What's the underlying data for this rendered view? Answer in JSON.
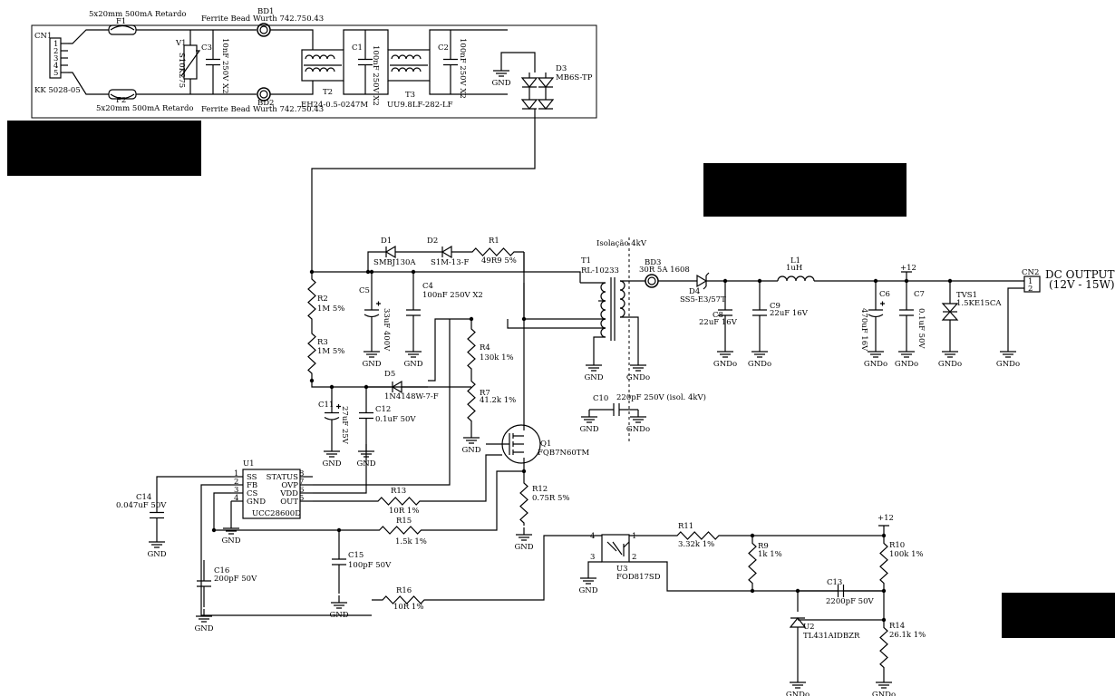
{
  "components": {
    "cn1": {
      "ref": "CN1",
      "value": "KK 5028-05",
      "pins": [
        "1",
        "2",
        "3",
        "4",
        "5"
      ]
    },
    "f1": {
      "ref": "F1",
      "value": "5x20mm 500mA Retardo"
    },
    "f2": {
      "ref": "F2",
      "value": "5x20mm 500mA Retardo"
    },
    "v1": {
      "ref": "V1",
      "value": "S10K275"
    },
    "c3": {
      "ref": "C3",
      "value": "10nF 250V X2"
    },
    "bd1": {
      "ref": "BD1",
      "value": "Ferrite Bead Wurth 742.750.43"
    },
    "bd2": {
      "ref": "BD2",
      "value": "Ferrite Bead Wurth 742.750.43"
    },
    "t2": {
      "ref": "T2",
      "value": "EH24-0.5-0247M"
    },
    "c1": {
      "ref": "C1",
      "value": "100nF 250V X2"
    },
    "t3": {
      "ref": "T3",
      "value": "UU9.8LF-282-LF"
    },
    "c2": {
      "ref": "C2",
      "value": "100nF 250V X2"
    },
    "d3": {
      "ref": "D3",
      "value": "MB6S-TP"
    },
    "d1": {
      "ref": "D1",
      "value": "SMBJ130A"
    },
    "d2": {
      "ref": "D2",
      "value": "S1M-13-F"
    },
    "r1": {
      "ref": "R1",
      "value": "49R9 5%"
    },
    "isolation": "Isolação 4kV",
    "t1": {
      "ref": "T1",
      "value": "RL-10233"
    },
    "bd3": {
      "ref": "BD3",
      "value": "30R 5A 1608"
    },
    "d4": {
      "ref": "D4",
      "value": "SS5-E3/57T"
    },
    "l1": {
      "ref": "L1",
      "value": "1uH"
    },
    "plus12_top": "+12",
    "cn2": {
      "ref": "CN2",
      "pins": [
        "1",
        "2"
      ],
      "label": "DC OUTPUT",
      "range": "(12V - 15W)"
    },
    "r2": {
      "ref": "R2",
      "value": "1M 5%"
    },
    "r3": {
      "ref": "R3",
      "value": "1M 5%"
    },
    "c5": {
      "ref": "C5",
      "value": "33uF 400V"
    },
    "c4": {
      "ref": "C4",
      "value": "100nF 250V X2"
    },
    "c8": {
      "ref": "C8",
      "value": "22uF 16V"
    },
    "c9": {
      "ref": "C9",
      "value": "22uF 16V"
    },
    "c6": {
      "ref": "C6",
      "value": "470uF 16V"
    },
    "c7": {
      "ref": "C7",
      "value": "0.1uF 50V"
    },
    "tvs1": {
      "ref": "TVS1",
      "value": "1.5KE15CA"
    },
    "r4": {
      "ref": "R4",
      "value": "130k 1%"
    },
    "d5": {
      "ref": "D5",
      "value": "1N4148W-7-F"
    },
    "r7": {
      "ref": "R7",
      "value": "41.2k 1%"
    },
    "c11": {
      "ref": "C11",
      "value": "27uF 25V"
    },
    "c12": {
      "ref": "C12",
      "value": "0.1uF 50V"
    },
    "c10": {
      "ref": "C10",
      "value": "220pF 250V (isol. 4kV)"
    },
    "q1": {
      "ref": "Q1",
      "value": "FQB7N60TM"
    },
    "u1": {
      "ref": "U1",
      "value": "UCC28600D",
      "left_pins": [
        {
          "num": "1",
          "name": "SS"
        },
        {
          "num": "2",
          "name": "FB"
        },
        {
          "num": "3",
          "name": "CS"
        },
        {
          "num": "4",
          "name": "GND"
        }
      ],
      "right_pins": [
        {
          "num": "8",
          "name": "STATUS"
        },
        {
          "num": "7",
          "name": "OVP"
        },
        {
          "num": "6",
          "name": "VDD"
        },
        {
          "num": "5",
          "name": "OUT"
        }
      ]
    },
    "c14": {
      "ref": "C14",
      "value": "0.047uF 50V"
    },
    "r13": {
      "ref": "R13",
      "value": "10R 1%"
    },
    "r12": {
      "ref": "R12",
      "value": "0.75R 5%"
    },
    "r15": {
      "ref": "R15",
      "value": "1.5k 1%"
    },
    "c15": {
      "ref": "C15",
      "value": "100pF 50V"
    },
    "c16": {
      "ref": "C16",
      "value": "200pF 50V"
    },
    "r16": {
      "ref": "R16",
      "value": "10R 1%"
    },
    "u3": {
      "ref": "U3",
      "value": "FOD817SD",
      "pins": [
        "4",
        "1",
        "3",
        "2"
      ]
    },
    "r11": {
      "ref": "R11",
      "value": "3.32k 1%"
    },
    "r9": {
      "ref": "R9",
      "value": "1k 1%"
    },
    "plus12_bottom": "+12",
    "r10": {
      "ref": "R10",
      "value": "100k 1%"
    },
    "c13": {
      "ref": "C13",
      "value": "2200pF 50V"
    },
    "u2": {
      "ref": "U2",
      "value": "TL431AIDBZR"
    },
    "r14": {
      "ref": "R14",
      "value": "26.1k 1%"
    }
  },
  "labels": {
    "gnd": "GND",
    "gndo": "GNDo"
  }
}
